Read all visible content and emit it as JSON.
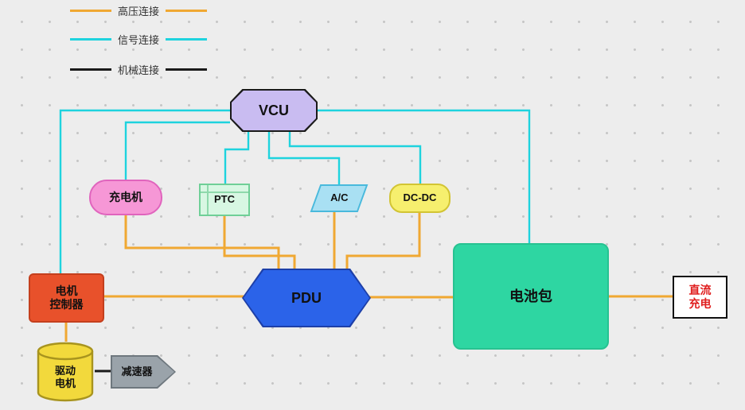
{
  "legend": {
    "items": [
      {
        "label": "高压连接",
        "type": "high-voltage",
        "color": "#f0a832"
      },
      {
        "label": "信号连接",
        "type": "signal",
        "color": "#1ed3de"
      },
      {
        "label": "机械连接",
        "type": "mechanical",
        "color": "#1a1a1a"
      }
    ]
  },
  "nodes": {
    "vcu": {
      "label": "VCU",
      "fill": "#c9bcf1"
    },
    "charger": {
      "label": "充电机",
      "fill": "#f697d6"
    },
    "ptc": {
      "label": "PTC",
      "fill": "#d8f7e3"
    },
    "ac": {
      "label": "A/C",
      "fill": "#a9e0f3"
    },
    "dcdc": {
      "label": "DC-DC",
      "fill": "#f6ef6e"
    },
    "motor_controller": {
      "line1": "电机",
      "line2": "控制器",
      "fill": "#e8512b"
    },
    "pdu": {
      "label": "PDU",
      "fill": "#2b63e9"
    },
    "battery": {
      "label": "电池包",
      "fill": "#2ed6a2"
    },
    "dc_charging": {
      "line1": "直流",
      "line2": "充电",
      "text_color": "#e01f1f"
    },
    "drive_motor": {
      "line1": "驱动",
      "line2": "电机",
      "fill": "#f2d93c"
    },
    "reducer": {
      "label": "减速器",
      "fill": "#9aa3aa"
    }
  }
}
